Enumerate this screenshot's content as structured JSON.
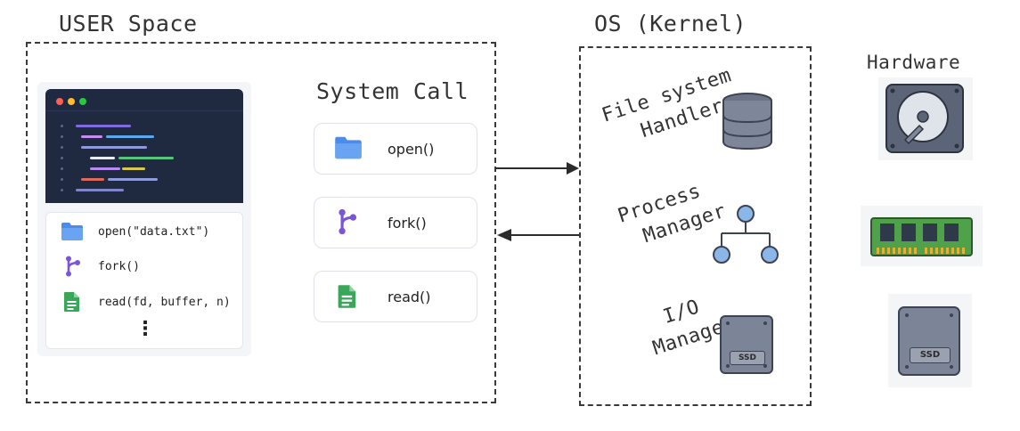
{
  "user_space": {
    "title": "USER Space",
    "code_list": [
      {
        "label": "open(\"data.txt\")",
        "icon": "folder-icon"
      },
      {
        "label": "fork()",
        "icon": "fork-icon"
      },
      {
        "label": "read(fd, buffer, n)",
        "icon": "document-icon"
      }
    ],
    "more": "⋮"
  },
  "system_call": {
    "title": "System Call",
    "buttons": [
      {
        "label": "open()",
        "icon": "folder-icon"
      },
      {
        "label": "fork()",
        "icon": "fork-icon"
      },
      {
        "label": "read()",
        "icon": "document-icon"
      }
    ]
  },
  "kernel": {
    "title": "OS (Kernel)",
    "file_system": {
      "line1": "File system",
      "line2": "Handler",
      "icon": "database-icon"
    },
    "process": {
      "line1": "Process",
      "line2": "Manager",
      "icon": "tree-icon"
    },
    "io": {
      "line1": "I/O",
      "line2": "Manager",
      "icon": "ssd-icon",
      "chip": "SSD"
    }
  },
  "hardware": {
    "title": "Hardware",
    "items": [
      {
        "icon": "hard-disk-icon"
      },
      {
        "icon": "ram-icon"
      },
      {
        "icon": "ssd-icon",
        "chip": "SSD"
      }
    ]
  },
  "colors": {
    "folder": "#4c8be8",
    "fork": "#7a55d9",
    "doc": "#3aa65a",
    "editor_bg": "#1f2940",
    "db": "#6b7486",
    "tree": "#8ab6e8",
    "ram_board": "#4fa24a"
  }
}
